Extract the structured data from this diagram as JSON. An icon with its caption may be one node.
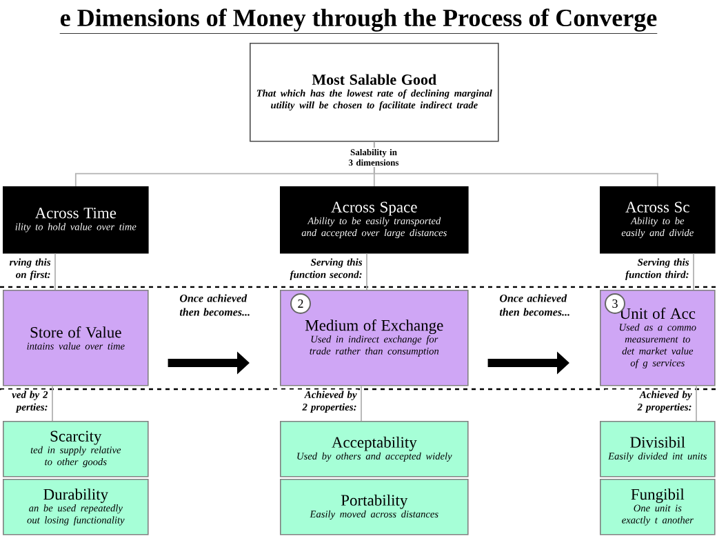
{
  "diagram": {
    "title": "e Dimensions of Money through the Process of Converge",
    "nodes": [
      {
        "text": [
          "Most Salable Good",
          "That which has the lowest rate of declining marginal utility will be chosen to facilitate indirect trade"
        ]
      },
      {
        "text": [
          "Across Time",
          "ility to hold value over time"
        ]
      },
      {
        "text": [
          "Across Space",
          "Ability to be easily transported and accepted over large distances"
        ]
      },
      {
        "text": [
          "Across Sc",
          "Ability to be easily and divide"
        ]
      },
      {
        "text": [
          "Store of Value",
          "intains value over time"
        ]
      },
      {
        "text": [
          "Medium of Exchange",
          "Used in indirect exchange for trade rather than consumption"
        ]
      },
      {
        "text": [
          "2"
        ],
        "in": 5
      },
      {
        "text": [
          "Unit of Acc",
          "Used as a commo measurement to det market value of g services"
        ]
      },
      {
        "text": [
          "3"
        ],
        "in": 7
      },
      {
        "text": [
          "Scarcity",
          "ted in supply relative to other goods"
        ]
      },
      {
        "text": [
          "Durability",
          "an be used repeatedly out losing functionality"
        ]
      },
      {
        "text": [
          "Acceptability",
          "Used by others and accepted widely"
        ]
      },
      {
        "text": [
          "Portability",
          "Easily moved across distances"
        ]
      },
      {
        "text": [
          "Divisibil",
          "Easily divided int units"
        ]
      },
      {
        "text": [
          "Fungibil",
          "One unit is exactly t another"
        ]
      }
    ],
    "edges": [
      {
        "from": 0,
        "to": 1,
        "arrow": "none"
      },
      {
        "from": 0,
        "to": 2,
        "arrow": "none"
      },
      {
        "from": 0,
        "to": 3,
        "arrow": "none"
      },
      {
        "from": 1,
        "to": 4,
        "arrow": "none",
        "label": "rving this on first:"
      },
      {
        "from": 2,
        "to": 5,
        "arrow": "none",
        "label": "Serving this function second:"
      },
      {
        "from": 3,
        "to": 7,
        "arrow": "none",
        "label": "Serving this function third:"
      },
      {
        "from": 4,
        "to": 5,
        "arrow": "to",
        "style": "thick",
        "color": "#000000",
        "label": "Once achieved then becomes..."
      },
      {
        "from": 5,
        "to": 7,
        "arrow": "to",
        "style": "thick",
        "color": "#000000",
        "label": "Once achieved then becomes..."
      },
      {
        "from": 4,
        "to": 9,
        "arrow": "none",
        "label": "ved by 2 perties:"
      },
      {
        "from": 5,
        "to": 11,
        "arrow": "none",
        "label": "Achieved by 2 properties:"
      },
      {
        "from": 7,
        "to": 13,
        "arrow": "none",
        "label": "Achieved by 2 properties:"
      }
    ],
    "labels": [
      "Salability in 3 dimensions"
    ]
  }
}
